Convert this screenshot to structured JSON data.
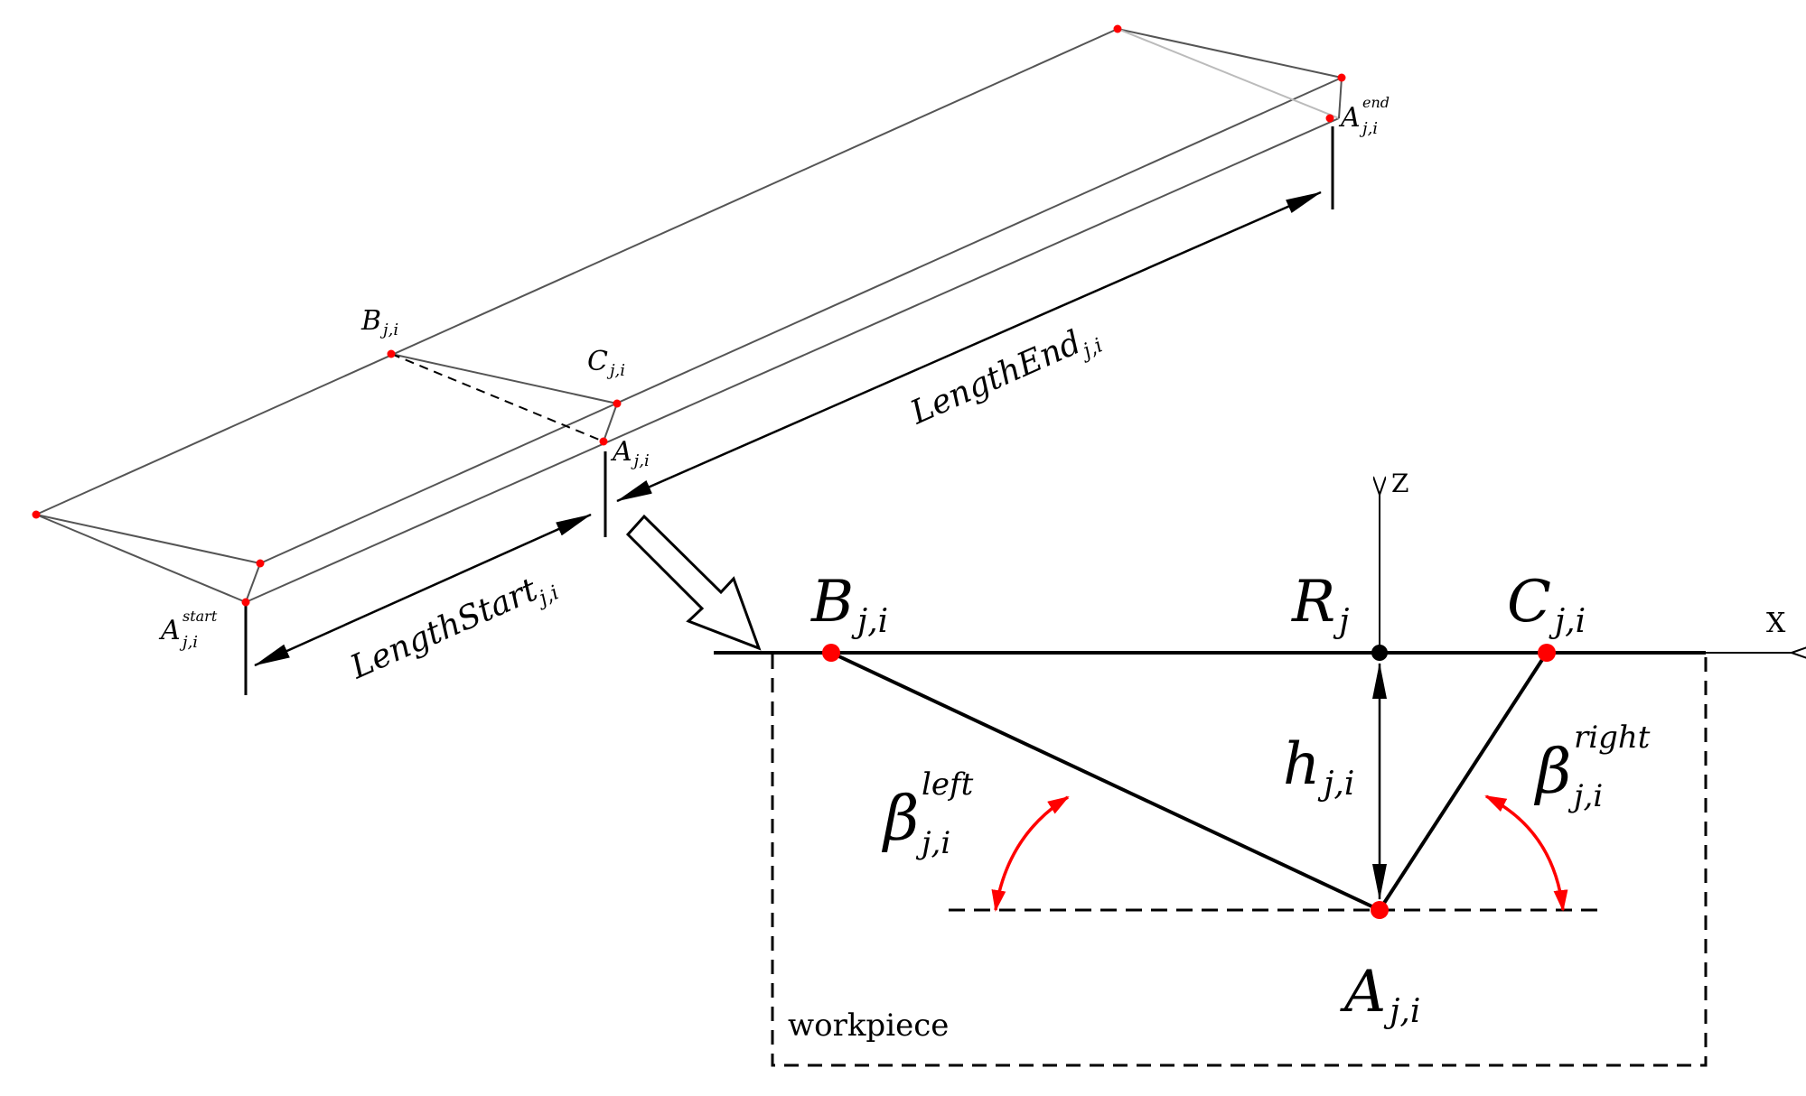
{
  "iso_view": {
    "points": {
      "B": {
        "base": "B",
        "sub": "j,i",
        "sup": ""
      },
      "C": {
        "base": "C",
        "sub": "j,i",
        "sup": ""
      },
      "A": {
        "base": "A",
        "sub": "j,i",
        "sup": ""
      },
      "A_start": {
        "base": "A",
        "sub": "j,i",
        "sup": "start"
      },
      "A_end": {
        "base": "A",
        "sub": "j,i",
        "sup": "end"
      }
    },
    "dimensions": {
      "length_start": {
        "base": "LengthStart",
        "sub": "j,i"
      },
      "length_end": {
        "base": "LengthEnd",
        "sub": "j,i"
      }
    }
  },
  "section_view": {
    "axes": {
      "x": "X",
      "z": "Z"
    },
    "points": {
      "B": {
        "base": "B",
        "sub": "j,i"
      },
      "C": {
        "base": "C",
        "sub": "j,i"
      },
      "A": {
        "base": "A",
        "sub": "j,i"
      },
      "R": {
        "base": "R",
        "sub": "j"
      }
    },
    "depth": {
      "base": "h",
      "sub": "j,i"
    },
    "angles": {
      "left": {
        "base": "β",
        "sub": "j,i",
        "sup": "left"
      },
      "right": {
        "base": "β",
        "sub": "j,i",
        "sup": "right"
      }
    },
    "region_label": "workpiece"
  },
  "colors": {
    "point": "#ff0000",
    "origin": "#000000",
    "angle_arrow": "#ff0000",
    "line": "#000000",
    "wire": "#555555"
  }
}
